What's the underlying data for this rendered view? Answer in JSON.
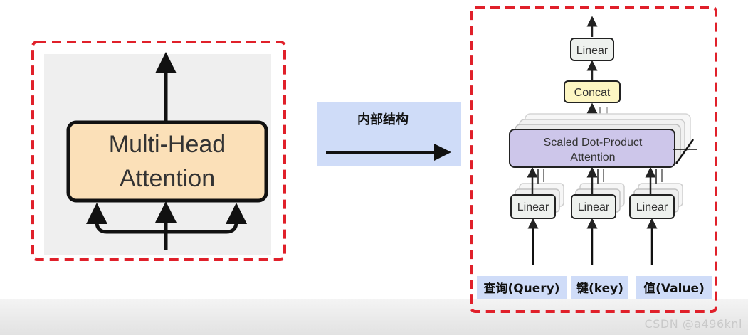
{
  "left_panel": {
    "block_line1": "Multi-Head",
    "block_line2": "Attention"
  },
  "middle": {
    "label": "内部结构"
  },
  "right_panel": {
    "linear_top": "Linear",
    "concat": "Concat",
    "sdpa_line1": "Scaled Dot-Product",
    "sdpa_line2": "Attention",
    "linear_q": "Linear",
    "linear_k": "Linear",
    "linear_v": "Linear",
    "input_q": "查询(Query)",
    "input_k": "键(key)",
    "input_v": "值(Value)"
  },
  "watermark": "CSDN @a496knl",
  "colors": {
    "highlight_red": "#e0202a",
    "mha_block_fill": "#fbe0b8",
    "concat_fill": "#fdf6c3",
    "sdpa_fill": "#cdc6ea",
    "linear_fill": "#eef1ee",
    "label_box_fill": "#cfdcf8"
  }
}
